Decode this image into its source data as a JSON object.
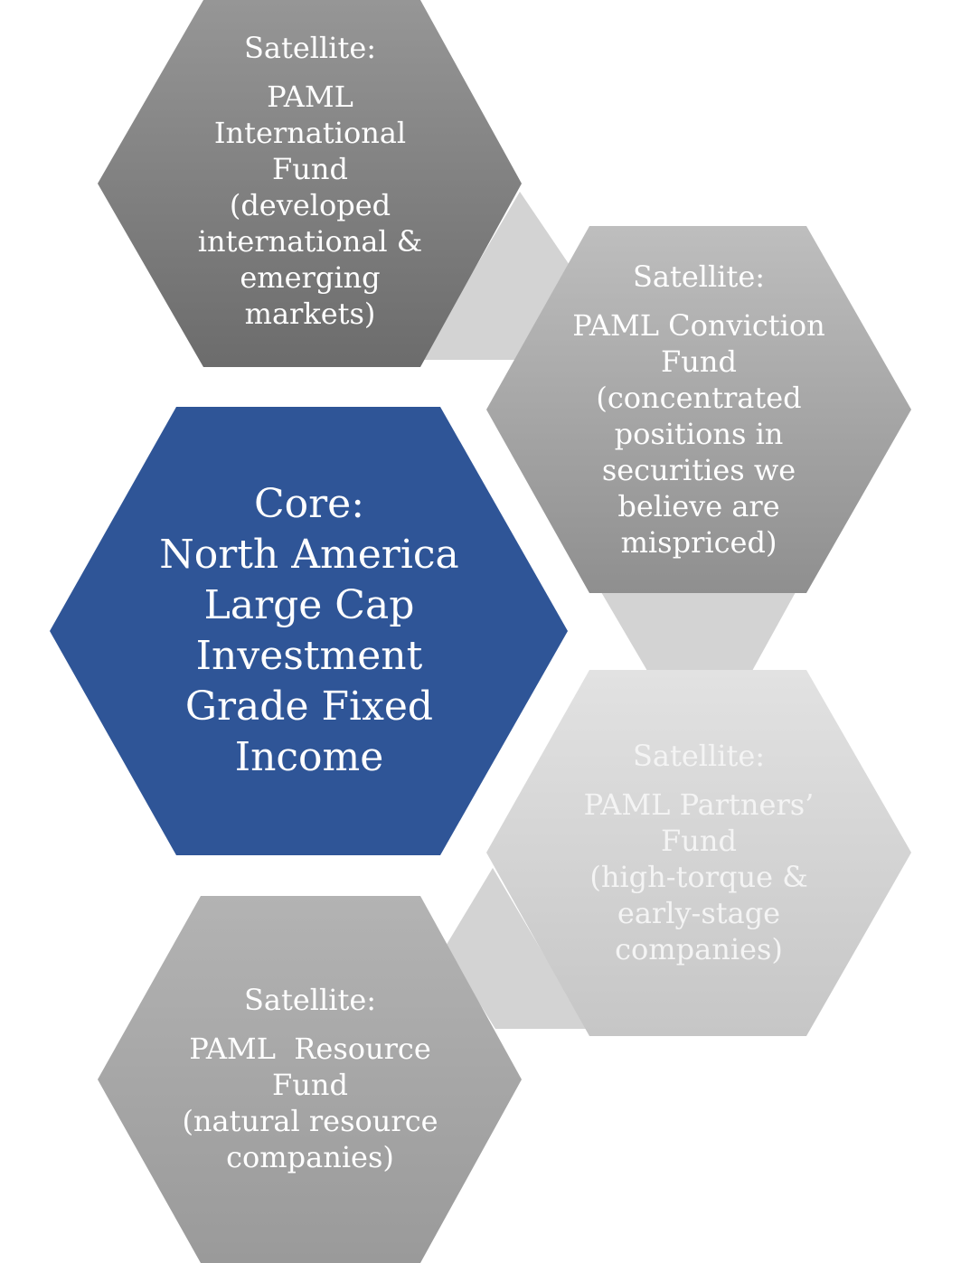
{
  "colors": {
    "core": "#2f5597",
    "international_top": "#969696",
    "international_bottom": "#6c6c6c",
    "conviction_top": "#bebebe",
    "conviction_bottom": "#8f8f8f",
    "partners_top": "#e2e2e2",
    "partners_bottom": "#c6c6c6",
    "resource_top": "#b3b3b3",
    "resource_bottom": "#9a9a9a",
    "connector": "#d3d3d3",
    "text": "#ffffff"
  },
  "core": {
    "heading": "Core:",
    "lines": [
      "North America",
      "Large Cap",
      "Investment",
      "Grade Fixed",
      "Income"
    ]
  },
  "international": {
    "heading": "Satellite:",
    "lines": [
      "PAML",
      "International",
      "Fund",
      "(developed",
      "international &",
      "emerging",
      "markets)"
    ]
  },
  "conviction": {
    "heading": "Satellite:",
    "lines": [
      "PAML Conviction",
      "Fund",
      "(concentrated",
      "positions in",
      "securities we",
      "believe are",
      "mispriced)"
    ]
  },
  "partners": {
    "heading": "Satellite:",
    "lines": [
      "PAML Partners’",
      "Fund",
      "(high-torque &",
      "early-stage",
      "companies)"
    ]
  },
  "resource": {
    "heading": "Satellite:",
    "lines": [
      "PAML  Resource",
      "Fund",
      "(natural resource",
      "companies)"
    ]
  }
}
